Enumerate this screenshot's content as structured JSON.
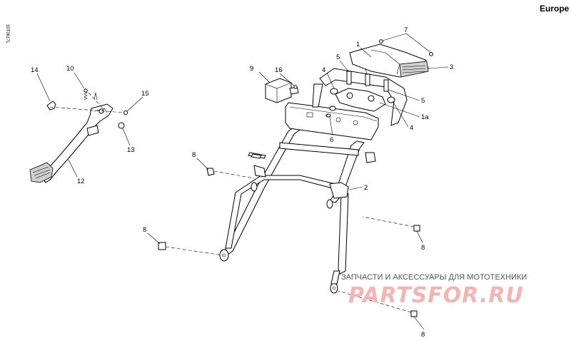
{
  "region": "Europe",
  "drawing_code": "30T0617L",
  "watermark": {
    "subtitle": "ЗАПЧАСТИ И АКСЕССУАРЫ ДЛЯ МОТОТЕХНИКИ",
    "brand": "PARTSFOR.RU"
  },
  "callouts": [
    {
      "id": "c1",
      "text": "1"
    },
    {
      "id": "c7",
      "text": "7"
    },
    {
      "id": "c3",
      "text": "3"
    },
    {
      "id": "c5a",
      "text": "5"
    },
    {
      "id": "c4a",
      "text": "4"
    },
    {
      "id": "c5b",
      "text": "5"
    },
    {
      "id": "c1a",
      "text": "1a"
    },
    {
      "id": "c4b",
      "text": "4"
    },
    {
      "id": "c6",
      "text": "6"
    },
    {
      "id": "c9",
      "text": "9"
    },
    {
      "id": "c16",
      "text": "16"
    },
    {
      "id": "c14",
      "text": "14"
    },
    {
      "id": "c10",
      "text": "10"
    },
    {
      "id": "c15",
      "text": "15"
    },
    {
      "id": "c13",
      "text": "13"
    },
    {
      "id": "c12",
      "text": "12"
    },
    {
      "id": "c8a",
      "text": "8"
    },
    {
      "id": "c2",
      "text": "2"
    },
    {
      "id": "c8b",
      "text": "8"
    },
    {
      "id": "c8c",
      "text": "8"
    },
    {
      "id": "c8d",
      "text": "8"
    }
  ]
}
